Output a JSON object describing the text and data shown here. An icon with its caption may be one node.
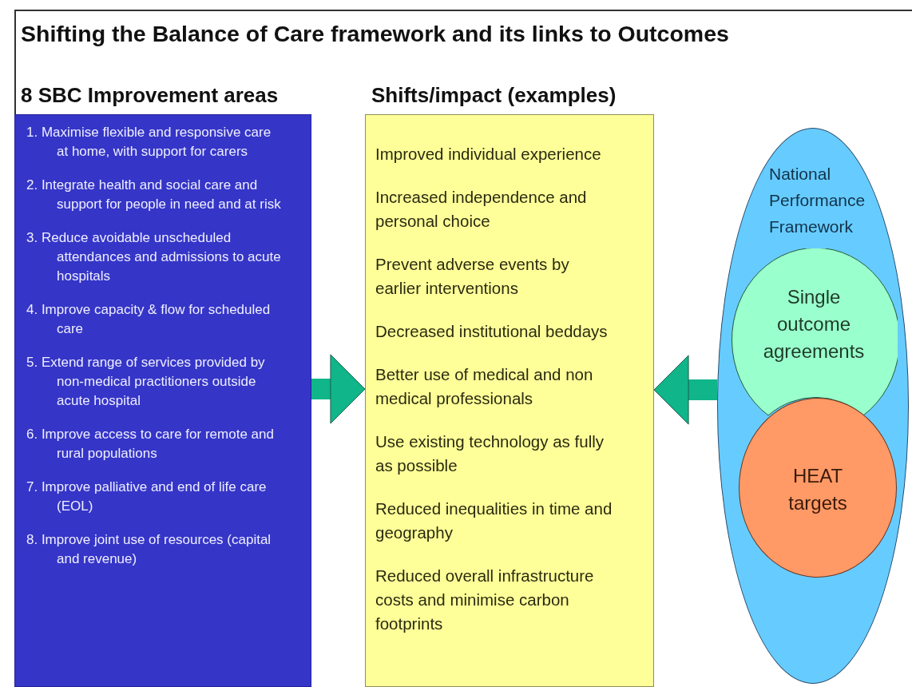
{
  "diagram": {
    "title": "Shifting the Balance of Care framework and its links to Outcomes",
    "nodes": [
      {
        "text": [
          "8 SBC Improvement areas",
          "1. Maximise flexible and responsive care at home,  with support for carers",
          "2. Integrate health and social care and support for people in need and at risk",
          "3. Reduce avoidable unscheduled attendances and admissions to acute hospitals",
          "4. Improve capacity & flow for scheduled care",
          "5. Extend range of services provided by  non-medical practitioners outside acute hospital",
          "6. Improve access to care for remote and rural populations",
          "7. Improve palliative and end of life care (EOL)",
          "8. Improve  joint use of resources (capital and revenue)"
        ]
      },
      {
        "text": [
          "Shifts/impact (examples)",
          "Improved individual experience",
          "Increased independence and personal choice",
          "Prevent adverse events by earlier interventions",
          "Decreased institutional beddays",
          "Better use of medical and non medical professionals",
          "Use existing technology as fully as possible",
          "Reduced inequalities in time and geography",
          "Reduced overall infrastructure costs and minimise carbon footprints"
        ]
      },
      {
        "text": [
          "National Performance Framework"
        ]
      },
      {
        "text": [
          "Single outcome agreements"
        ],
        "in": 2
      },
      {
        "text": [
          "HEAT targets"
        ],
        "in": 2
      }
    ],
    "edges": [
      {
        "from": 0,
        "to": 1,
        "arrow": "to"
      },
      {
        "from": 2,
        "to": 1,
        "arrow": "to"
      }
    ]
  }
}
